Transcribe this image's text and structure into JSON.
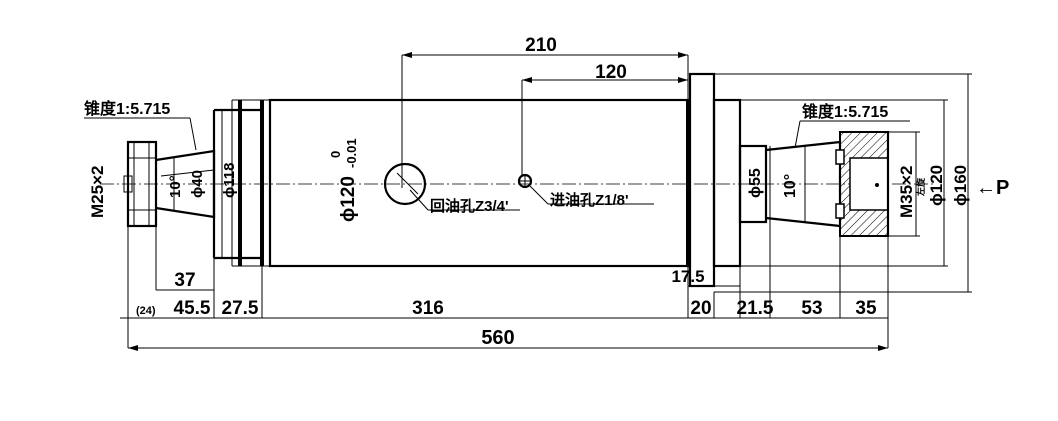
{
  "dimensions": {
    "top_210": "210",
    "top_120": "120",
    "bottom_24": "(24)",
    "bottom_45_5": "45.5",
    "bottom_27_5": "27.5",
    "bottom_316": "316",
    "bottom_20": "20",
    "bottom_21_5": "21.5",
    "bottom_53": "53",
    "bottom_35": "35",
    "bottom_37": "37",
    "bottom_17_5": "17.5",
    "total_560": "560"
  },
  "labels": {
    "taper_left": "锥度1:5.715",
    "taper_right": "锥度1:5.715",
    "thread_left": "M25×2",
    "thread_right": "M35×2",
    "thread_right_note": "左旋",
    "angle_left": "10°",
    "angle_right": "10°",
    "dia_40": "ϕ40",
    "dia_118": "ϕ118",
    "dia_120_body": "ϕ120",
    "tol_upper": "0",
    "tol_lower": "-0.01",
    "dia_55": "ϕ55",
    "dia_120_flange": "ϕ120",
    "dia_160": "ϕ160",
    "oil_return": "回油孔Z3/4'",
    "oil_inlet": "进油孔Z1/8'",
    "view_arrow": "←P"
  }
}
